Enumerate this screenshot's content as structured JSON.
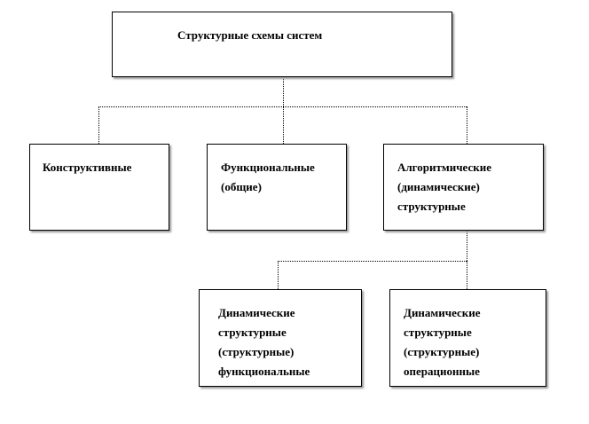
{
  "diagram": {
    "root": "Структурные  схемы систем",
    "level1": [
      "Конструктивные",
      "Функциональные\n(общие)",
      "Алгоритмические\n(динамические)\nструктурные"
    ],
    "level2": [
      "Динамические\nструктурные\n(структурные)\nфункциональные",
      "Динамические\nструктурные\n(структурные)\nоперационные"
    ]
  }
}
